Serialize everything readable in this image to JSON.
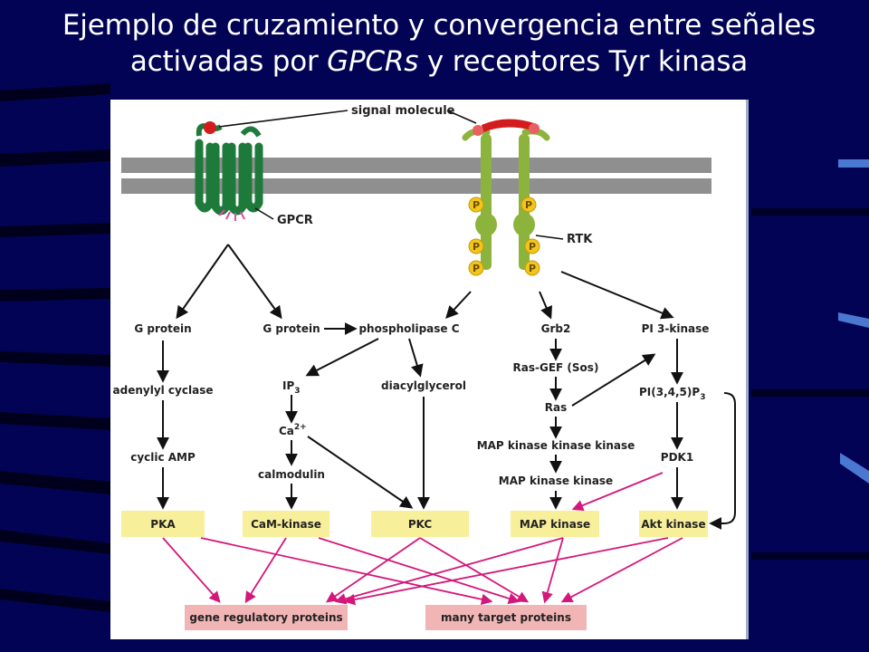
{
  "slide": {
    "title_line1": "Ejemplo de cruzamiento y convergencia entre señales",
    "title_line2_pre": "activadas por ",
    "title_line2_em": "GPCRs",
    "title_line2_post": " y receptores Tyr kinasa"
  },
  "colors": {
    "background": "#030355",
    "membrane": "#8f8f8f",
    "gpcr": "#1e7a3a",
    "rtk": "#8cb43c",
    "phosphate": "#f2c51c",
    "ligand": "#d31c1c",
    "kinase_box": "#f7ef9a",
    "target_box": "#f2b5b5",
    "magenta_arrow": "#d4177a",
    "black_arrow": "#111111"
  },
  "labels": {
    "signal_molecule": "signal molecule",
    "gpcr": "GPCR",
    "rtk": "RTK",
    "phosphate": "P"
  },
  "nodes": {
    "g_protein_1": "G protein",
    "g_protein_2": "G protein",
    "phospholipase_c": "phospholipase C",
    "grb2": "Grb2",
    "pi3_kinase": "PI 3-kinase",
    "adenylyl_cyclase": "adenylyl cyclase",
    "ip3_base": "IP",
    "ip3_sub": "3",
    "diacylglycerol": "diacylglycerol",
    "ras_gef": "Ras-GEF (Sos)",
    "ras": "Ras",
    "pip3_pre": "PI(3,4,5)P",
    "pip3_sub": "3",
    "ca_base": "Ca",
    "ca_sup": "2+",
    "cyclic_amp": "cyclic AMP",
    "mapkkk": "MAP kinase kinase kinase",
    "mapkk": "MAP kinase kinase",
    "pdk1": "PDK1",
    "calmodulin": "calmodulin"
  },
  "kinases": {
    "pka": "PKA",
    "cam_kinase": "CaM-kinase",
    "pkc": "PKC",
    "map_kinase": "MAP kinase",
    "akt_kinase": "Akt kinase"
  },
  "targets": {
    "gene_regulatory": "gene regulatory proteins",
    "many_target": "many target proteins"
  }
}
